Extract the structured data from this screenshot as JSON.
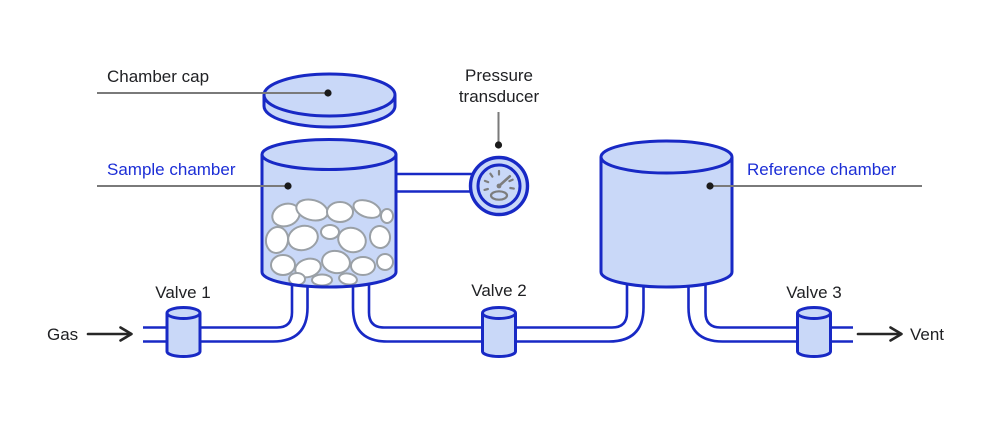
{
  "diagram": {
    "type": "process-schematic",
    "labels": {
      "chamber_cap": "Chamber cap",
      "sample_chamber": "Sample chamber",
      "pressure_transducer": "Pressure transducer",
      "reference_chamber": "Reference chamber",
      "valve_1": "Valve 1",
      "valve_2": "Valve 2",
      "valve_3": "Valve 3",
      "gas_in": "Gas",
      "vent_out": "Vent"
    },
    "icons": {
      "pressure_gauge": "pressure-gauge-icon",
      "gas_arrow": "gas-flow-arrow-icon",
      "vent_arrow": "vent-flow-arrow-icon"
    },
    "colors": {
      "component_outline": "#1829c5",
      "component_fill": "#c9d8f8",
      "blue_label_text": "#1c2ed6",
      "black_label_text": "#202124",
      "leader_line": "#7a7a7a",
      "leader_dot": "#1b1b1b",
      "rock_outline": "#9aa0a6",
      "rock_fill": "#ffffff",
      "flow_arrow": "#272727",
      "gauge_glyph": "#7d7d7d",
      "background": "#ffffff"
    }
  }
}
